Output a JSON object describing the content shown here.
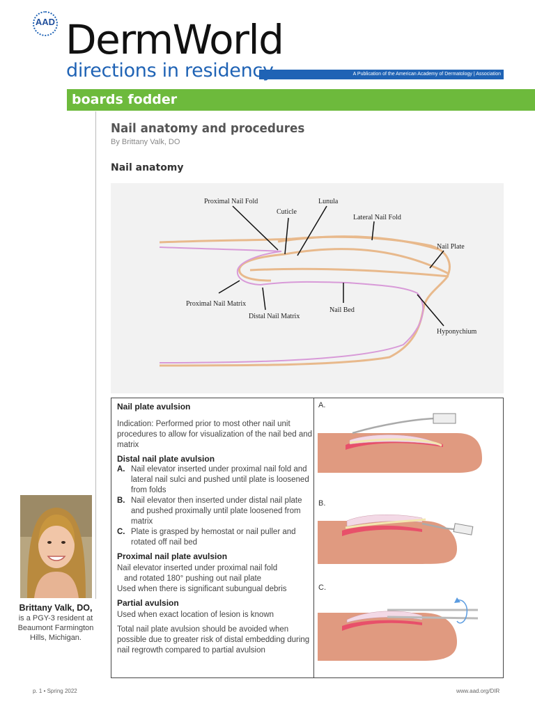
{
  "masthead": {
    "badge": "AAD",
    "brand": "DermWorld",
    "sub_brand": "directions in residency",
    "publication_note": "A Publication of the American Academy of Dermatology | Association"
  },
  "section": "boards fodder",
  "article": {
    "title": "Nail anatomy and procedures",
    "byline": "By Brittany Valk, DO",
    "heading_anatomy": "Nail anatomy"
  },
  "diagram_labels": {
    "proximal_nail_fold": "Proximal Nail Fold",
    "lunula": "Lunula",
    "cuticle": "Cuticle",
    "lateral_nail_fold": "Lateral Nail Fold",
    "nail_plate": "Nail Plate",
    "proximal_nail_matrix": "Proximal Nail Matrix",
    "distal_nail_matrix": "Distal Nail Matrix",
    "nail_bed": "Nail Bed",
    "hyponychium": "Hyponychium"
  },
  "procedures": {
    "avulsion_heading": "Nail plate avulsion",
    "indication": "Indication: Performed prior to most other nail unit procedures to allow for visualization of the nail bed and matrix",
    "distal_heading": "Distal nail plate avulsion",
    "distal_steps": [
      {
        "marker": "A.",
        "text": "Nail elevator inserted under proximal nail fold and lateral nail sulci and pushed until plate is loosened from folds"
      },
      {
        "marker": "B.",
        "text": "Nail elevator then inserted under distal nail plate and pushed proximally until plate loosened from matrix"
      },
      {
        "marker": "C.",
        "text": "Plate is grasped by hemostat or nail puller and rotated off nail bed"
      }
    ],
    "proximal_heading": "Proximal nail plate avulsion",
    "proximal_text_1": "Nail elevator inserted under proximal nail fold",
    "proximal_text_2": "and rotated 180° pushing out nail plate",
    "proximal_text_3": "Used when there is significant subungual debris",
    "partial_heading": "Partial avulsion",
    "partial_text": "Used when exact location of lesion is known",
    "partial_note": "Total nail plate avulsion should be avoided when possible due to greater risk of distal embedding during nail regrowth compared to partial avulsion"
  },
  "figure_labels": [
    "A.",
    "B.",
    "C."
  ],
  "author": {
    "name": "Brittany Valk, DO,",
    "bio": "is a PGY-3 resident at Beaumont Farmington Hills, Michigan."
  },
  "footer": {
    "left": "p. 1  •  Spring 2022",
    "right": "www.aad.org/DIR"
  },
  "colors": {
    "brand_blue": "#1f63b5",
    "section_green": "#6dba3c",
    "skin": "#e09a80",
    "matrix_pink": "#e8506a",
    "nail_plate": "#f3d9e6"
  }
}
